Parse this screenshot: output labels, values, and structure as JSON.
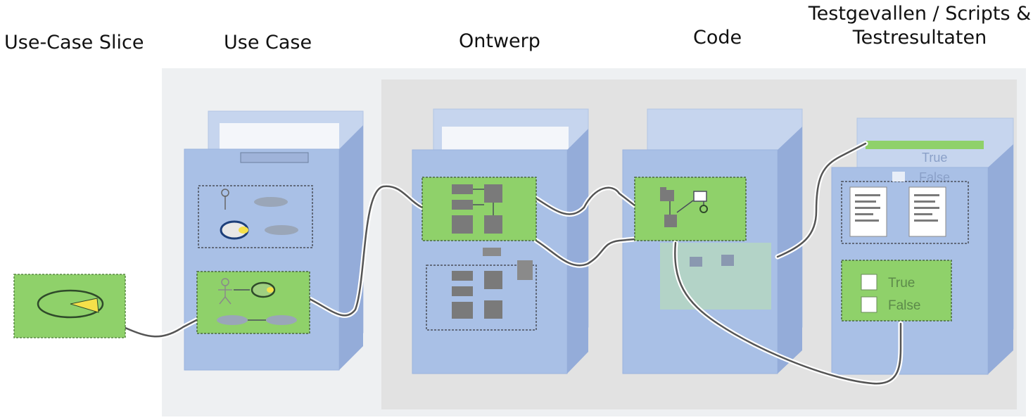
{
  "headers": {
    "use_case_slice": "Use-Case Slice",
    "use_case": "Use Case",
    "ontwerp": "Ontwerp",
    "code": "Code",
    "tests_line1": "Testgevallen / Scripts &",
    "tests_line2": "Testresultaten"
  },
  "test_labels": {
    "true": "True",
    "false": "False"
  },
  "colors": {
    "green_panel": "#8fd16a",
    "blue_block": "#a9c0e6",
    "gray_region": "#e2e2e2",
    "connector": "#555555",
    "yellow_slice": "#f5e04a"
  }
}
